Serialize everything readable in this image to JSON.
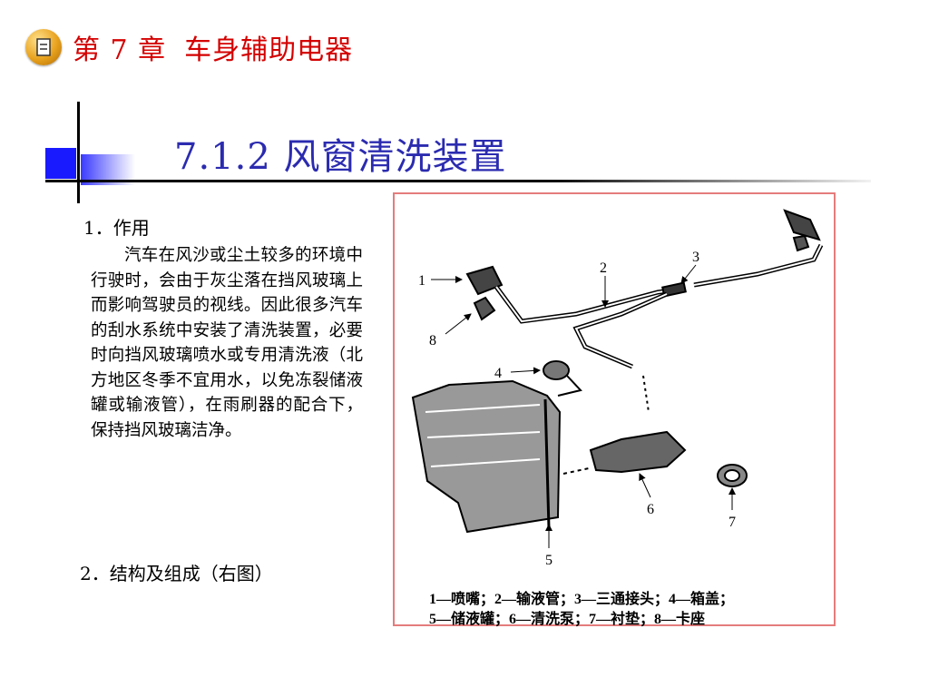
{
  "header": {
    "chapter_no": "第 7 章",
    "chapter_title": "车身辅助电器"
  },
  "section": {
    "title": "7.1.2 风窗清洗装置"
  },
  "content": {
    "h1": "1．作用",
    "paragraph": "汽车在风沙或尘土较多的环境中行驶时，会由于灰尘落在挡风玻璃上而影响驾驶员的视线。因此很多汽车的刮水系统中安装了清洗装置，必要时向挡风玻璃喷水或专用清洗液（北方地区冬季不宜用水，以免冻裂储液罐或输液管），在雨刷器的配合下，保持挡风玻璃洁净。",
    "h2": "2．结构及组成（右图）"
  },
  "figure": {
    "labels": {
      "l1": "1",
      "l2": "2",
      "l3": "3",
      "l4": "4",
      "l5": "5",
      "l6": "6",
      "l7": "7",
      "l8": "8"
    },
    "caption_line1": "1—喷嘴；2—输液管；3—三通接头；4—箱盖；",
    "caption_line2": "5—储液罐；6—清洗泵；7—衬垫；8—卡座"
  },
  "colors": {
    "chapter_text": "#d40000",
    "section_title": "#2b2bb0",
    "figure_border": "#e57c7c",
    "accent_blue": "#1a1aff"
  }
}
